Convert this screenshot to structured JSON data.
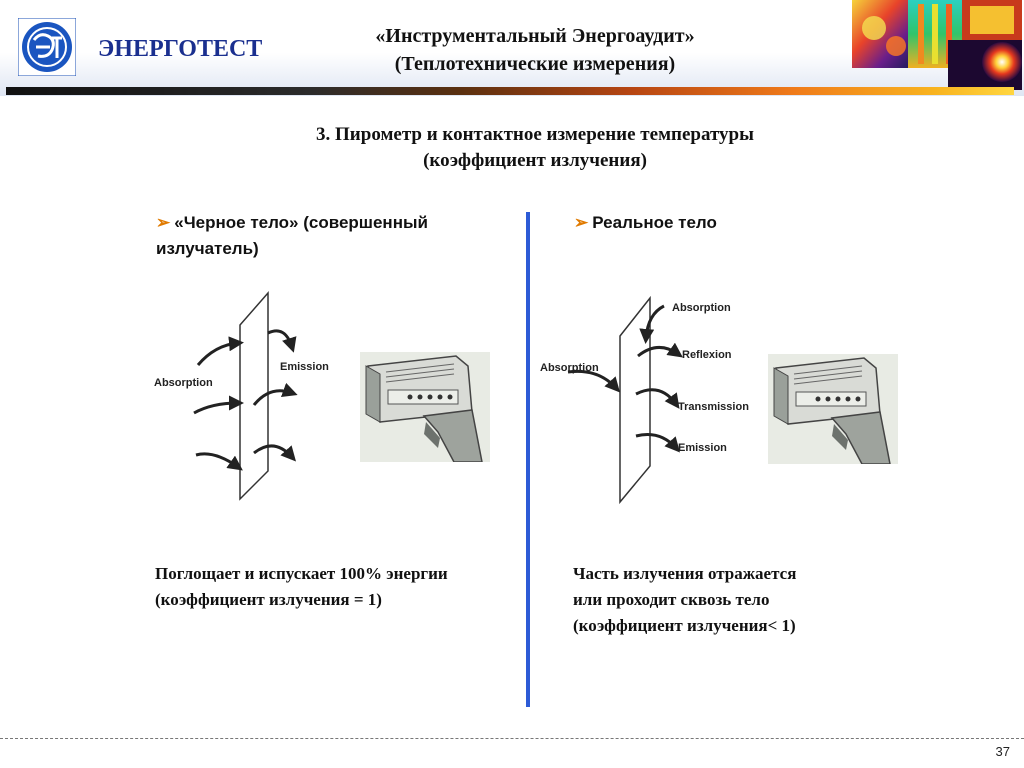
{
  "header": {
    "brand": "ЭНЕРГОТЕСТ",
    "title_line1": "«Инструментальный Энергоаудит»",
    "title_line2": "(Теплотехнические измерения)"
  },
  "slide": {
    "title_line1": "3. Пирометр и контактное измерение температуры",
    "title_line2": "(коэффициент излучения)"
  },
  "left": {
    "heading_line1": "«Черное тело» (совершенный",
    "heading_line2": "излучатель)",
    "labels": {
      "absorption": "Absorption",
      "emission": "Emission"
    },
    "desc_line1": "Поглощает и испускает 100% энергии",
    "desc_line2": "(коэффициент излучения = 1)"
  },
  "right": {
    "heading": "Реальное тело",
    "labels": {
      "absorption_top": "Absorption",
      "absorption_left": "Absorption",
      "reflexion": "Reflexion",
      "transmission": "Transmission",
      "emission": "Emission"
    },
    "desc_line1": "Часть излучения отражается",
    "desc_line2": "или проходит сквозь тело",
    "desc_line3": "(коэффициент излучения< 1)"
  },
  "footer": {
    "page_number": "37"
  },
  "colors": {
    "brand": "#1a2f8f",
    "divider": "#2d5bd6",
    "bullet": "#e07a00"
  }
}
